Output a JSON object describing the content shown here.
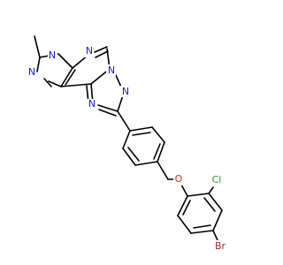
{
  "colors": {
    "N": "#1a1ae6",
    "O": "#e0261a",
    "Cl": "#2e9e2e",
    "Br": "#a5281f",
    "C": "#000000"
  },
  "atom_labels": {
    "N1": "N",
    "N2": "N",
    "N3": "N",
    "N4": "N",
    "N5": "N",
    "N6": "N",
    "O": "O",
    "Cl": "Cl",
    "Br": "Br"
  }
}
